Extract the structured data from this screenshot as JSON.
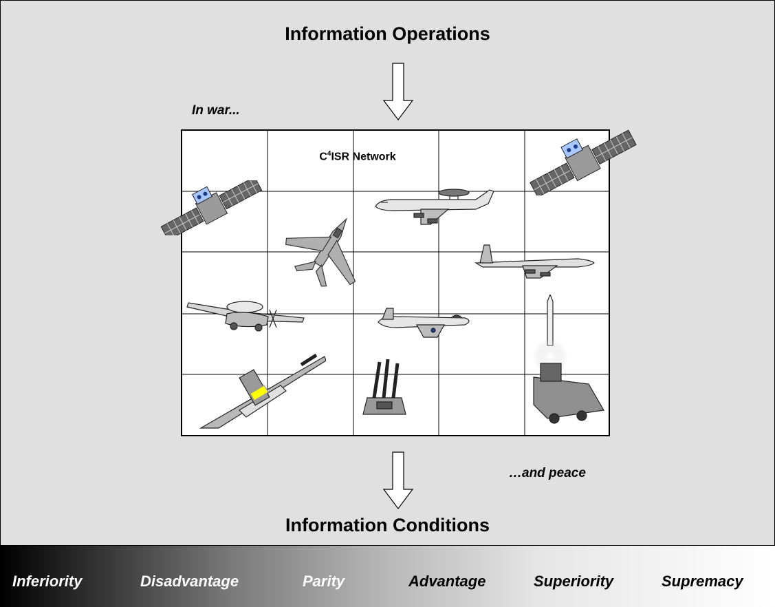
{
  "header": {
    "title": "Information Operations"
  },
  "footer_title": "Information Conditions",
  "notes": {
    "war": "In war...",
    "peace": "…and peace"
  },
  "network": {
    "prefix": "C",
    "superscript": "4",
    "suffix": "ISR Network"
  },
  "assets": [
    "satellite-icon",
    "satellite-icon",
    "fighter-jet-icon",
    "awacs-aircraft-icon",
    "tanker-aircraft-icon",
    "early-warning-aircraft-icon",
    "attack-jet-icon",
    "warship-icon",
    "sam-launcher-icon",
    "missile-launch-icon"
  ],
  "scale": {
    "levels": [
      "Inferiority",
      "Disadvantage",
      "Parity",
      "Advantage",
      "Superiority",
      "Supremacy"
    ],
    "text_colors": [
      "#ffffff",
      "#ffffff",
      "#ffffff",
      "#000000",
      "#000000",
      "#000000"
    ]
  },
  "colors": {
    "background": "#e0e0e0",
    "grid_line": "#000000",
    "highlight": "#ffff00"
  }
}
